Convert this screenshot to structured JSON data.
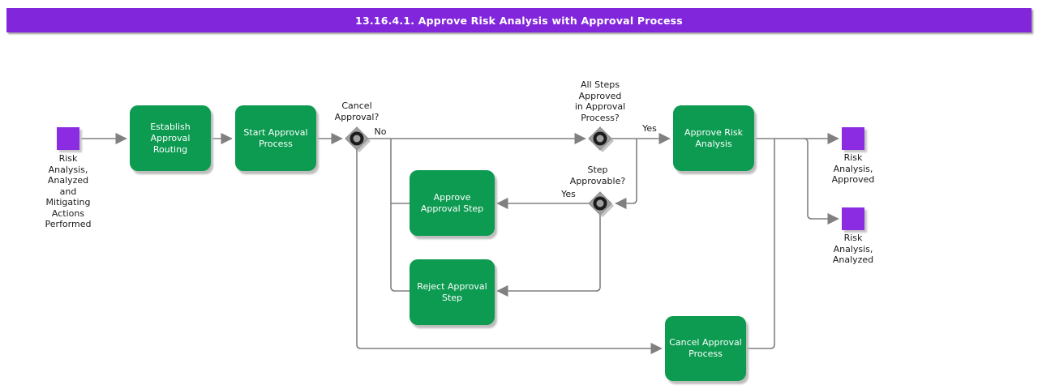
{
  "title": "13.16.4.1. Approve Risk Analysis with Approval Process",
  "colors": {
    "title_bar": "#8226dc",
    "title_text": "#ffffff",
    "task": "#0c9b50",
    "task_text": "#ffffff",
    "event": "#8b2be2",
    "line": "#808080",
    "gateway": "#a0a0a0",
    "gateway_ring": "#1c1c1c",
    "label_text": "#1a1a1a",
    "shadow": "#c4c4c4"
  },
  "nodes": {
    "start_event": {
      "label": "Risk\nAnalysis,\nAnalyzed\nand\nMitigating\nActions\nPerformed"
    },
    "establish_approval_routing": {
      "label": "Establish\nApproval\nRouting"
    },
    "start_approval_process": {
      "label": "Start Approval\nProcess"
    },
    "gateway_cancel_approval": {
      "label": "Cancel\nApproval?"
    },
    "gateway_all_steps_approved": {
      "label": "All Steps\nApproved\nin Approval\nProcess?"
    },
    "gateway_step_approvable": {
      "label": "Step\nApprovable?"
    },
    "approve_approval_step": {
      "label": "Approve\nApproval Step"
    },
    "reject_approval_step": {
      "label": "Reject Approval\nStep"
    },
    "approve_risk_analysis": {
      "label": "Approve Risk\nAnalysis"
    },
    "cancel_approval_process": {
      "label": "Cancel Approval\nProcess"
    },
    "end_event_approved": {
      "label": "Risk\nAnalysis,\nApproved"
    },
    "end_event_analyzed": {
      "label": "Risk\nAnalysis,\nAnalyzed"
    }
  },
  "edge_labels": {
    "cancel_no": "No",
    "all_steps_yes": "Yes",
    "step_approvable_yes": "Yes"
  }
}
